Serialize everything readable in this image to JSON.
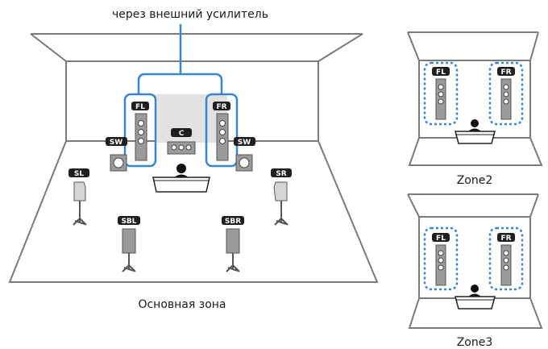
{
  "diagram": {
    "amp_label": "через внешний усилитель",
    "main_zone_label": "Основная зона",
    "zone2_label": "Zone2",
    "zone3_label": "Zone3"
  },
  "speakers": {
    "fl": "FL",
    "fr": "FR",
    "c": "C",
    "sw": "SW",
    "sl": "SL",
    "sr": "SR",
    "sbl": "SBL",
    "sbr": "SBR"
  }
}
